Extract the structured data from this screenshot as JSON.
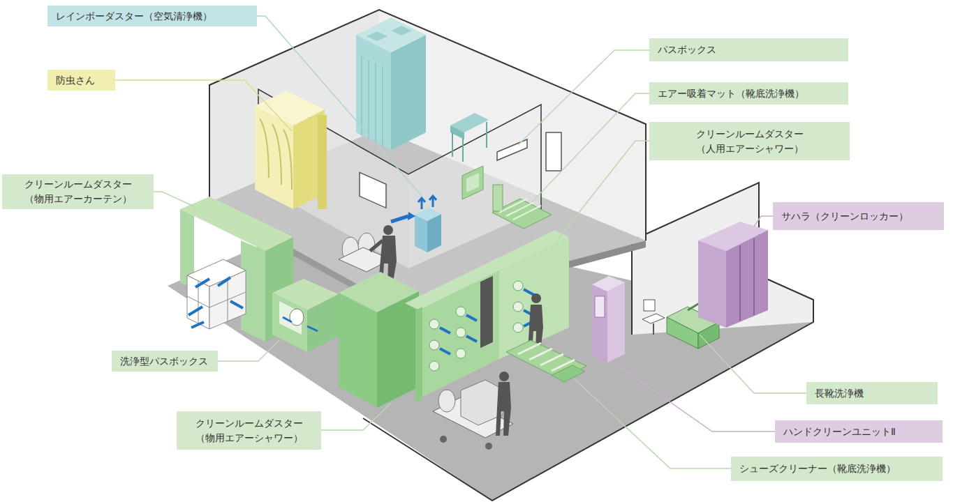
{
  "diagram": {
    "nodes": [
      {
        "text": [
          "レインボーダスター（空気清浄機）"
        ]
      },
      {
        "text": [
          "パスボックス"
        ]
      },
      {
        "text": [
          "防虫さん"
        ]
      },
      {
        "text": [
          "エアー吸着マット（靴底洗浄機）"
        ]
      },
      {
        "text": [
          "クリーンルームダスター （人用エアーシャワー）"
        ]
      },
      {
        "text": [
          "クリーンルームダスター （物用エアーカーテン）"
        ]
      },
      {
        "text": [
          "サハラ（クリーンロッカー）"
        ]
      },
      {
        "text": [
          "洗浄型パスボックス"
        ]
      },
      {
        "text": [
          "長靴洗浄機"
        ]
      },
      {
        "text": [
          "クリーンルームダスター （物用エアーシャワー）"
        ]
      },
      {
        "text": [
          "ハンドクリーンユニットⅡ"
        ]
      },
      {
        "text": [
          "シューズクリーナー（靴底洗浄機）"
        ]
      }
    ],
    "edges": []
  }
}
